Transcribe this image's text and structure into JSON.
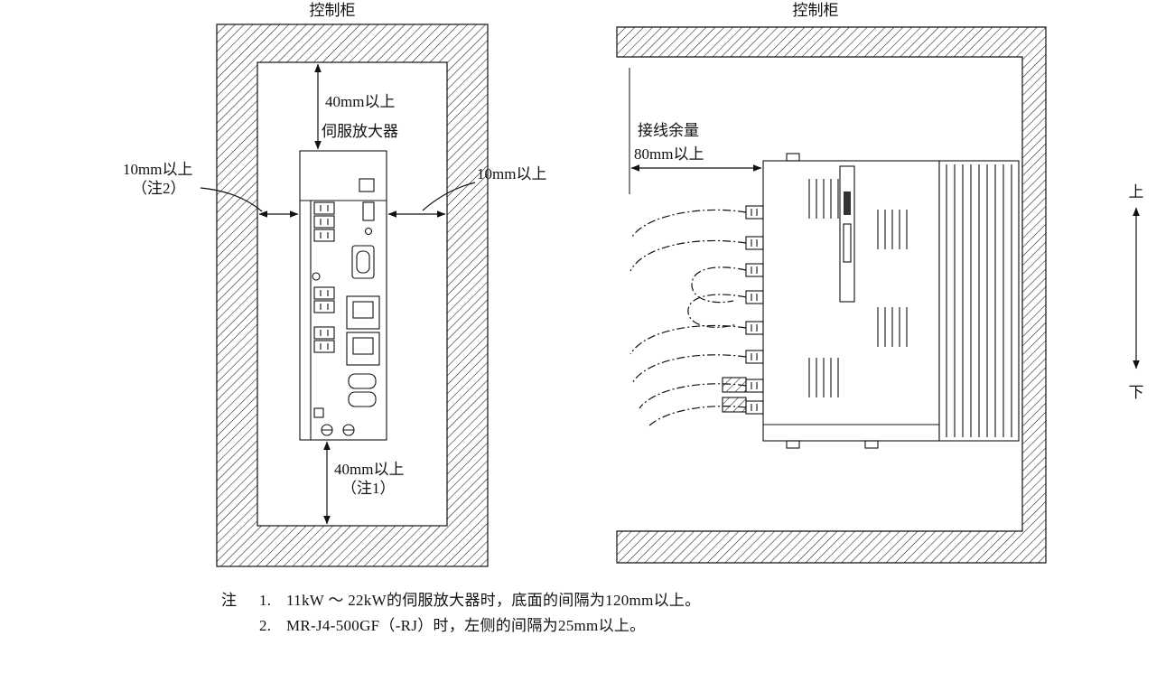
{
  "left_diagram": {
    "title": "控制柜",
    "top_clearance": "40mm以上",
    "amplifier_label": "伺服放大器",
    "left_clearance": "10mm以上",
    "left_clearance_note": "（注2）",
    "right_clearance": "10mm以上",
    "bottom_clearance": "40mm以上",
    "bottom_clearance_note": "（注1）"
  },
  "right_diagram": {
    "title": "控制柜",
    "wiring_allowance_label": "接线余量",
    "wiring_allowance_value": "80mm以上",
    "up_label": "上",
    "down_label": "下"
  },
  "notes": {
    "prefix": "注",
    "items": [
      {
        "number": "1.",
        "text": "11kW ～ 22kW的伺服放大器时，底面的间隔为120mm以上。"
      },
      {
        "number": "2.",
        "text": "MR-J4-500GF（-RJ）时，左侧的间隔为25mm以上。"
      }
    ]
  }
}
